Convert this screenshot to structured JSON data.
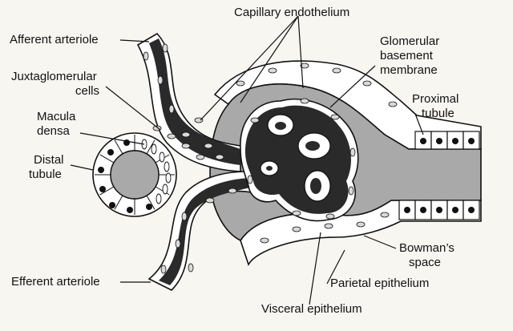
{
  "labels": {
    "capillary_endothelium": "Capillary endothelium",
    "afferent_arteriole": "Afferent arteriole",
    "glomerular_1": "Glomerular",
    "glomerular_2": "basement",
    "glomerular_3": "membrane",
    "juxta_1": "Juxtaglomerular",
    "juxta_2": "cells",
    "macula_1": "Macula",
    "macula_2": "densa",
    "proximal_1": "Proximal",
    "proximal_2": "tubule",
    "distal_1": "Distal",
    "distal_2": "tubule",
    "bowman_1": "Bowman’s",
    "bowman_2": "space",
    "efferent_arteriole": "Efferent arteriole",
    "parietal_epithelium": "Parietal epithelium",
    "visceral_epithelium": "Visceral epithelium"
  },
  "colors": {
    "background": "#f7f6f1",
    "lumen": "#2a2a2a",
    "bowman_space": "#a9a9a9",
    "cell_wall": "#ffffff",
    "outline": "#111111",
    "cell_fill": "#d9d9d9"
  }
}
